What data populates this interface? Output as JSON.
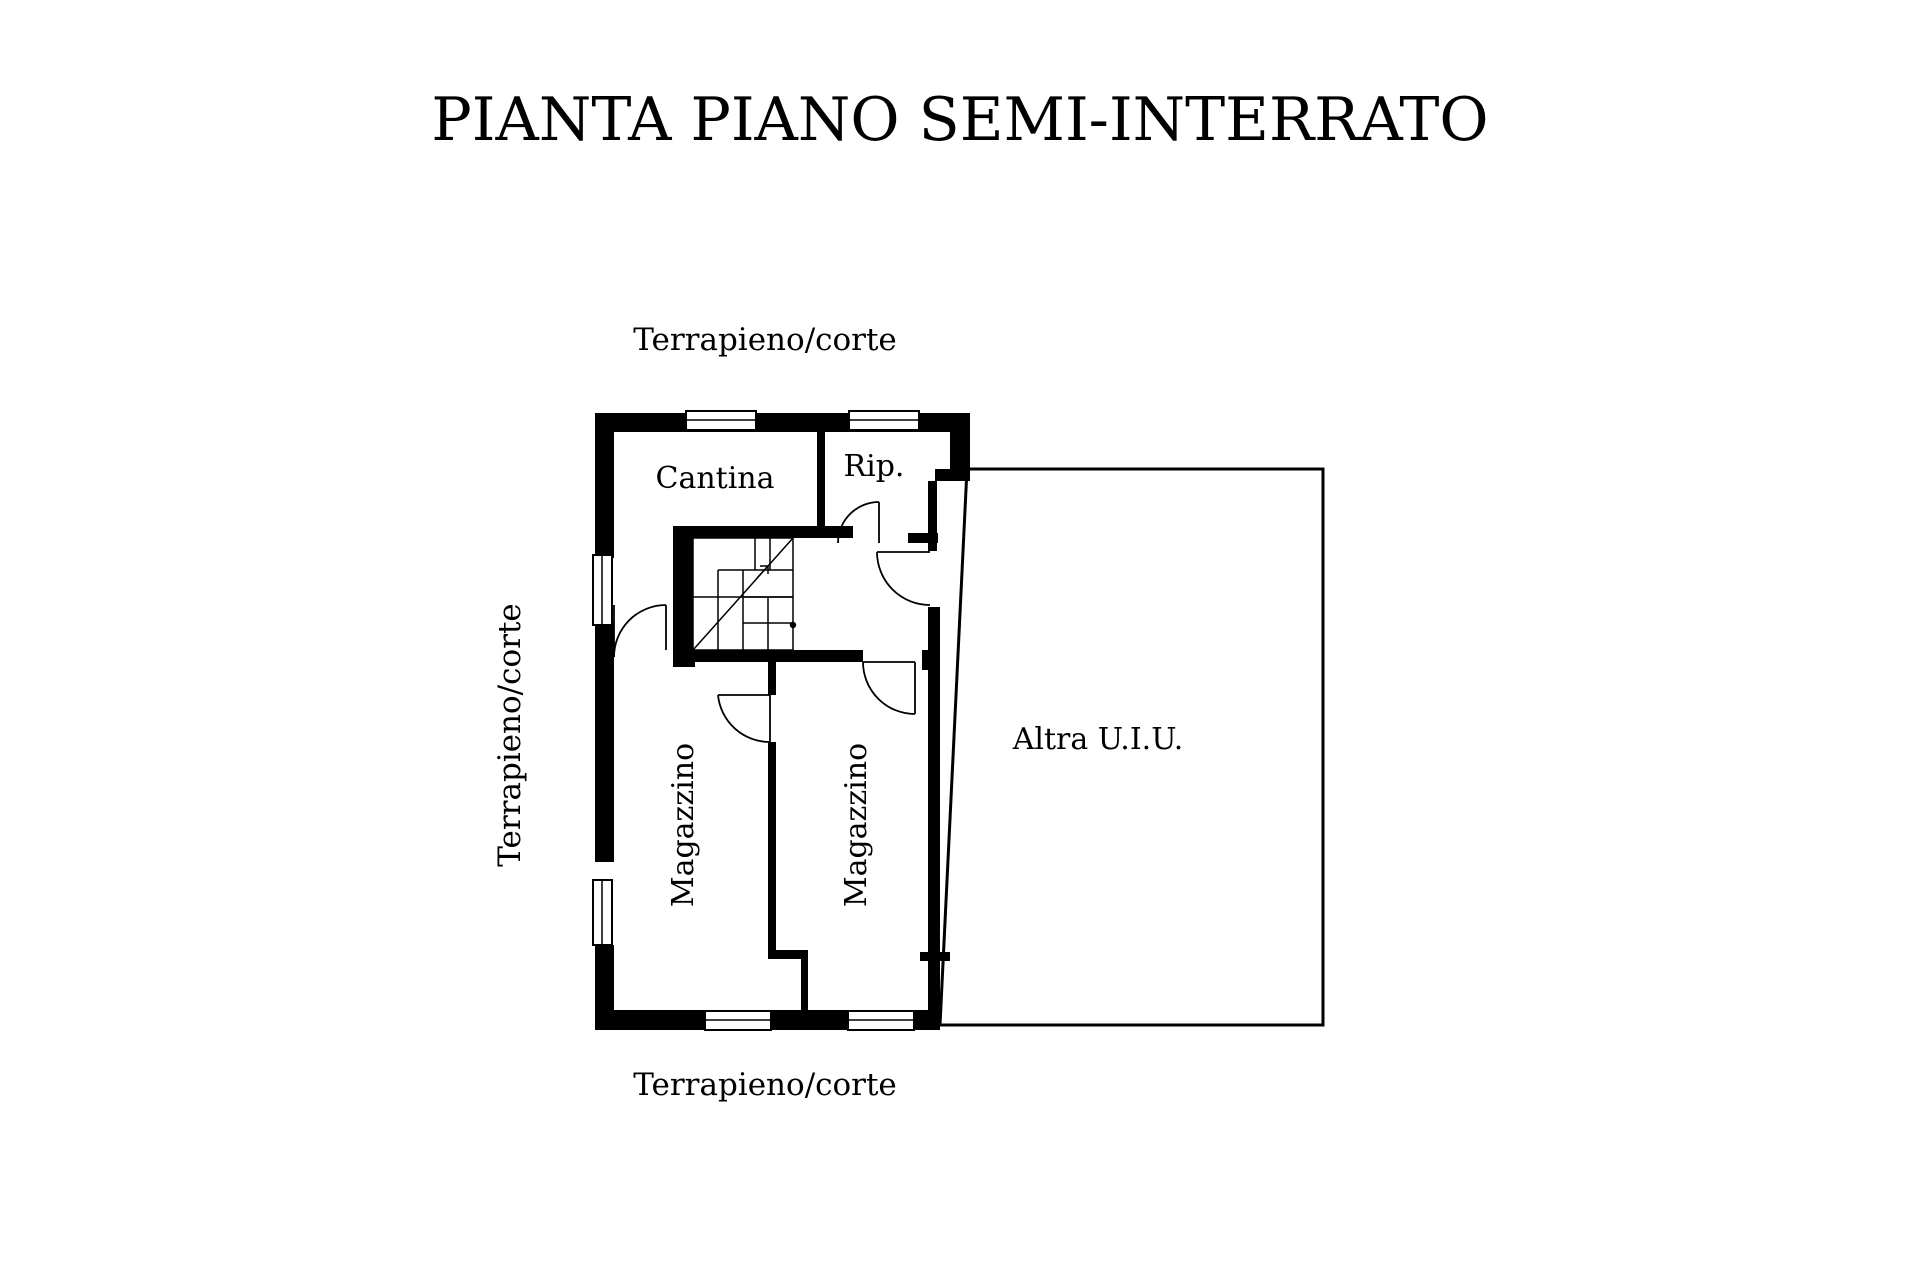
{
  "title": "PIANTA PIANO SEMI-INTERRATO",
  "surroundings": {
    "top": "Terrapieno/corte",
    "bottom": "Terrapieno/corte",
    "left": "Terrapieno/corte"
  },
  "rooms": {
    "cantina": "Cantina",
    "ripostiglio": "Rip.",
    "magazzino_left": "Magazzino",
    "magazzino_right": "Magazzino",
    "other_unit": "Altra U.I.U."
  },
  "colors": {
    "wall": "#000000",
    "background": "#ffffff"
  }
}
